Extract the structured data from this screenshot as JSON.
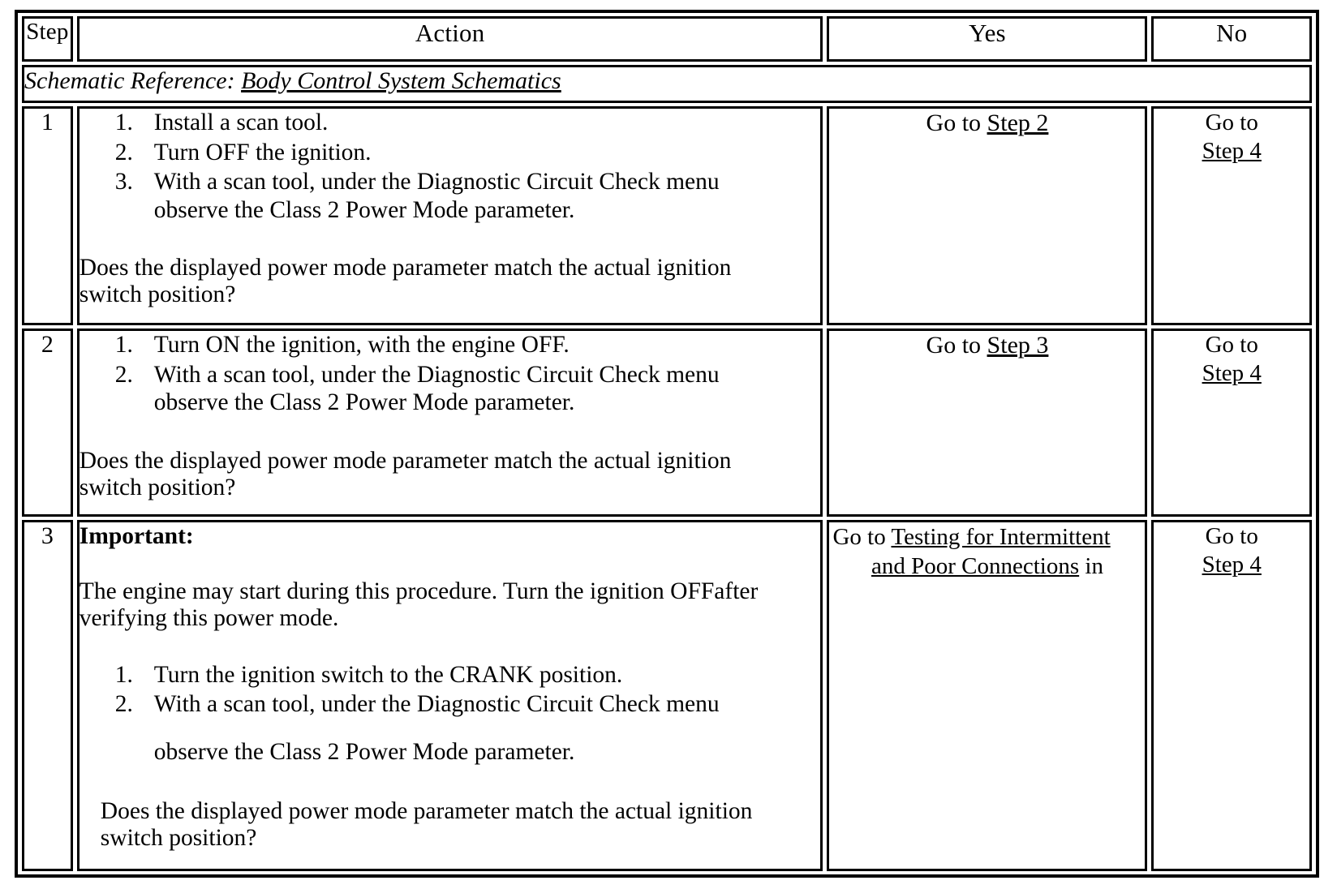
{
  "table": {
    "headers": {
      "step": "Step",
      "action": "Action",
      "yes": "Yes",
      "no": "No"
    },
    "schematic_reference": {
      "label": "Schematic Reference:",
      "link": "Body Control System Schematics"
    },
    "rows": [
      {
        "step": "1",
        "items": [
          {
            "num": "1.",
            "text": "Install a scan tool.",
            "sub": ""
          },
          {
            "num": "2.",
            "text": "Turn OFF the ignition.",
            "sub": ""
          },
          {
            "num": "3.",
            "text": "With a scan tool, under the Diagnostic Circuit Check menu",
            "sub": "observe the Class 2 Power Mode parameter."
          }
        ],
        "question_line1": "Does the displayed power mode parameter match the actual ignition",
        "question_line2": "switch position?",
        "yes": {
          "prefix": "Go to ",
          "link": "Step 2",
          "suffix": ""
        },
        "no": {
          "line1": "Go to",
          "link": "Step 4"
        }
      },
      {
        "step": "2",
        "items": [
          {
            "num": "1.",
            "text": "Turn ON the ignition, with the engine OFF.",
            "sub": ""
          },
          {
            "num": "2.",
            "text": "With a scan tool, under the Diagnostic Circuit Check menu",
            "sub": "observe the Class 2 Power Mode parameter."
          }
        ],
        "question_line1": "Does the displayed power mode parameter match the actual ignition",
        "question_line2": "switch position?",
        "yes": {
          "prefix": "Go to ",
          "link": "Step 3",
          "suffix": ""
        },
        "no": {
          "line1": "Go to",
          "link": "Step 4"
        }
      },
      {
        "step": "3",
        "important_label": "Important:",
        "note_line1": "The engine may start during this procedure. Turn the ignition OFF",
        "note_line2": "after verifying this power mode.",
        "items": [
          {
            "num": "1.",
            "text": "Turn the ignition switch to the CRANK position.",
            "sub": ""
          },
          {
            "num": "2.",
            "text": "With a scan tool, under the Diagnostic Circuit Check menu",
            "sub": "observe the Class 2 Power Mode parameter."
          }
        ],
        "question_line1": "Does the displayed power mode parameter match the actual ignition",
        "question_line2": "switch position?",
        "yes_wrapped": {
          "prefix": "Go to ",
          "link_part1": "Testing for Intermittent",
          "link_part2": "and Poor Connections",
          "suffix": " in"
        },
        "no": {
          "line1": "Go to",
          "link": "Step 4"
        }
      }
    ]
  }
}
